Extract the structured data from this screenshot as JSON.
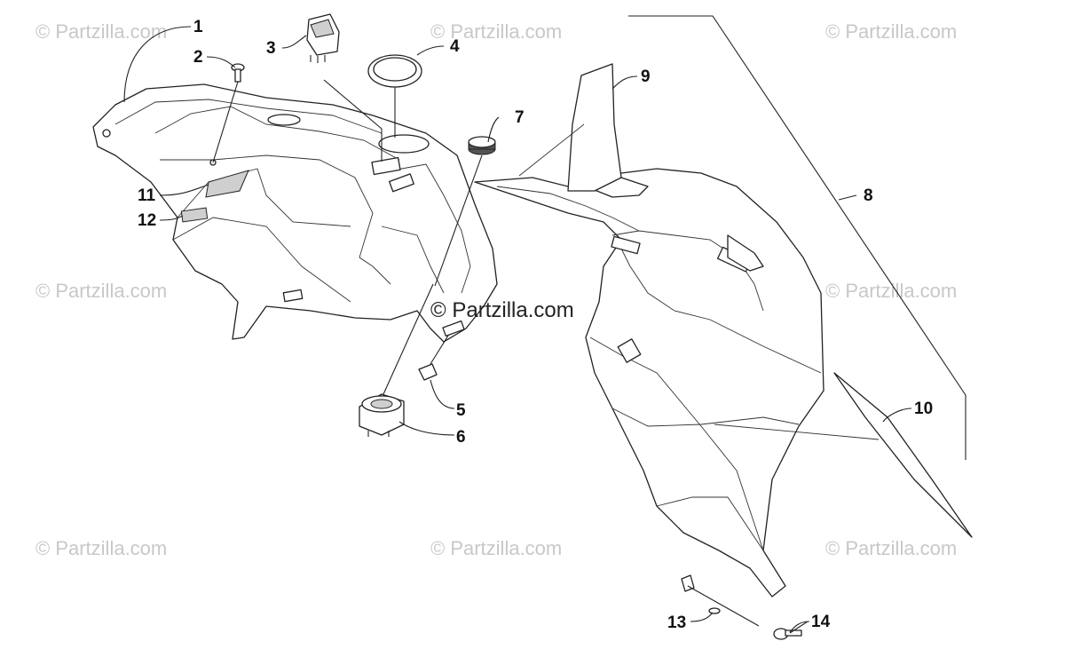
{
  "diagram": {
    "watermark_text": "© Partzilla.com",
    "center_watermark_text": "© Partzilla.com",
    "callouts": [
      "1",
      "2",
      "3",
      "4",
      "5",
      "6",
      "7",
      "8",
      "9",
      "10",
      "11",
      "12",
      "13",
      "14"
    ]
  }
}
